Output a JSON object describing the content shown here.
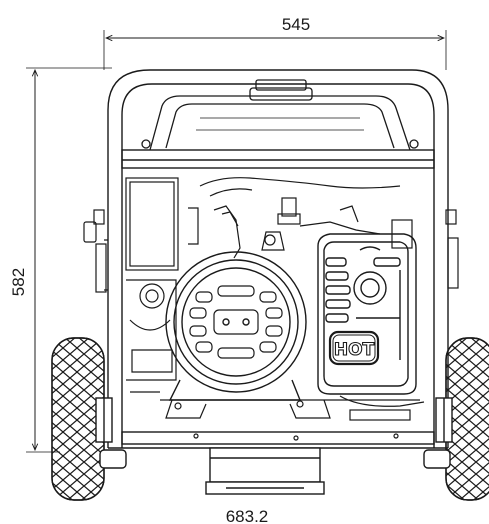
{
  "dimensions": {
    "width_label": "545",
    "height_label": "582",
    "depth_label": "683.2"
  },
  "engine_cover": {
    "warning_label": "HOT"
  },
  "colors": {
    "line": "#1a1a1a",
    "background": "#ffffff"
  }
}
